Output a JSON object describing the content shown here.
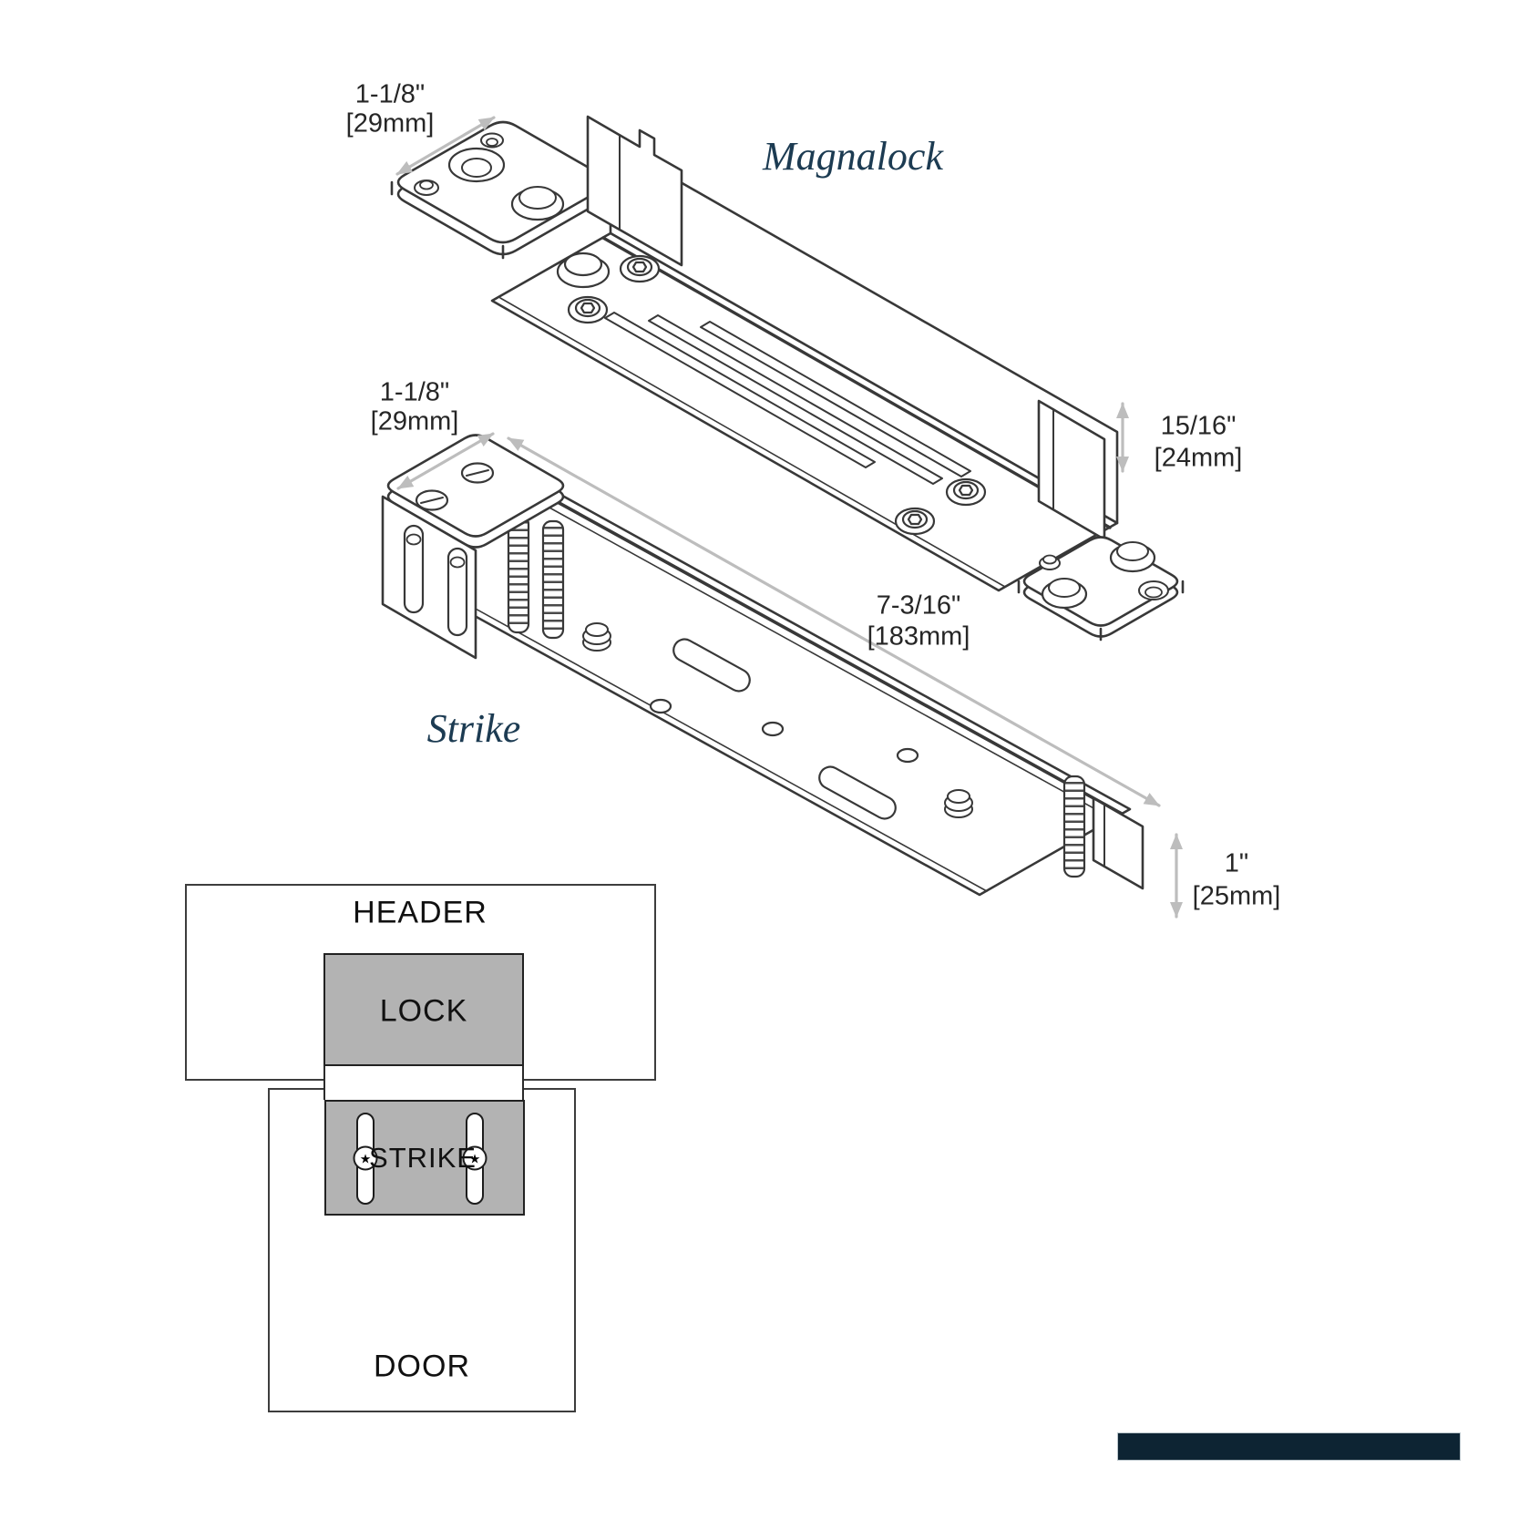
{
  "magnalock": {
    "label": "Magnalock",
    "width_dim_in": "1-1/8\"",
    "width_dim_mm": "[29mm]",
    "height_dim_in": "15/16\"",
    "height_dim_mm": "[24mm]"
  },
  "strike": {
    "label": "Strike",
    "width_dim_in": "1-1/8\"",
    "width_dim_mm": "[29mm]",
    "length_dim_in": "7-3/16\"",
    "length_dim_mm": "[183mm]",
    "height_dim_in": "1\"",
    "height_dim_mm": "[25mm]"
  },
  "schematic": {
    "header_label": "HEADER",
    "lock_label": "LOCK",
    "strike_label": "STRIKE",
    "door_label": "DOOR"
  },
  "footer": {
    "brand_bar": ""
  },
  "colors": {
    "part_label_navy": "#1c3b52",
    "line_dark": "#383838",
    "dimension_gray": "#bdbdbd",
    "schematic_fill_gray": "#b3b3b3",
    "footer_bar_navy": "#0d2433"
  }
}
